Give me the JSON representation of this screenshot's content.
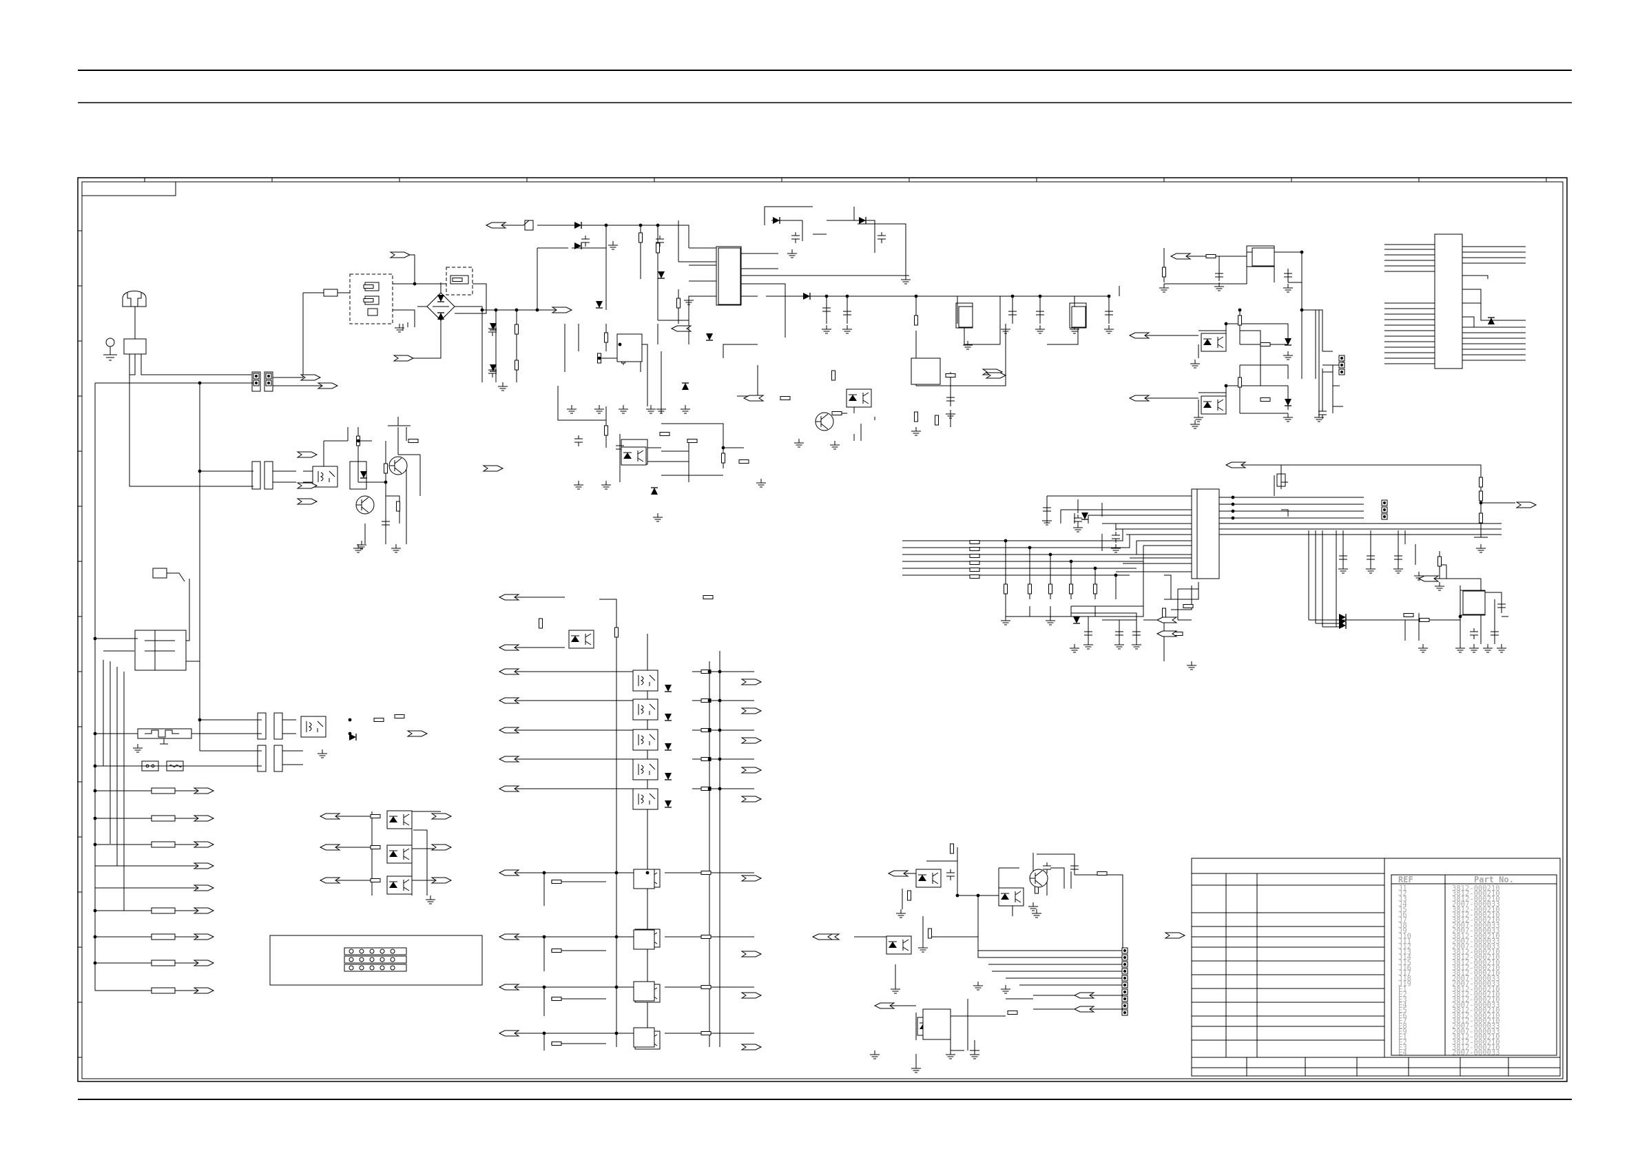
{
  "parts_table": {
    "header": {
      "ref": "REF",
      "part_no": "Part No."
    },
    "rows": [
      {
        "ref": "J1",
        "part_no": "3812-000210"
      },
      {
        "ref": "J2",
        "part_no": "3812-000210"
      },
      {
        "ref": "J3",
        "part_no": "3812-000210"
      },
      {
        "ref": "J4",
        "part_no": "2007-000033"
      },
      {
        "ref": "J5",
        "part_no": "3812-000210"
      },
      {
        "ref": "J6",
        "part_no": "3812-000210"
      },
      {
        "ref": "J7",
        "part_no": "3812-000210"
      },
      {
        "ref": "J8",
        "part_no": "2007-000033"
      },
      {
        "ref": "J9",
        "part_no": "2007-000033"
      },
      {
        "ref": "J10",
        "part_no": "3812-000210"
      },
      {
        "ref": "J11",
        "part_no": "2007-000033"
      },
      {
        "ref": "J12",
        "part_no": "2007-000033"
      },
      {
        "ref": "J13",
        "part_no": "3812-000210"
      },
      {
        "ref": "J14",
        "part_no": "3812-000210"
      },
      {
        "ref": "J15",
        "part_no": "3812-000210"
      },
      {
        "ref": "J16",
        "part_no": "3812-000210"
      },
      {
        "ref": "J17",
        "part_no": "3812-000210"
      },
      {
        "ref": "J18",
        "part_no": "2007-000033"
      },
      {
        "ref": "J19",
        "part_no": "2007-000033"
      },
      {
        "ref": "E1",
        "part_no": "3812-000210"
      },
      {
        "ref": "E2",
        "part_no": "3812-000210"
      },
      {
        "ref": "E3",
        "part_no": "3812-000210"
      },
      {
        "ref": "E4",
        "part_no": "2007-000033"
      },
      {
        "ref": "E5",
        "part_no": "3812-000210"
      },
      {
        "ref": "E6",
        "part_no": "3812-000210"
      },
      {
        "ref": "E7",
        "part_no": "3812-000210"
      },
      {
        "ref": "E8",
        "part_no": "2007-000033"
      },
      {
        "ref": "E9",
        "part_no": "2007-000033"
      },
      {
        "ref": "E1",
        "part_no": "3812-000210"
      },
      {
        "ref": "E2",
        "part_no": "3812-000210"
      },
      {
        "ref": "E3",
        "part_no": "3812-000210"
      },
      {
        "ref": "E4",
        "part_no": "2007-000033"
      }
    ]
  },
  "colors": {
    "ink": "#000000",
    "faded_text": "#a8a8a8",
    "paper": "#ffffff"
  }
}
